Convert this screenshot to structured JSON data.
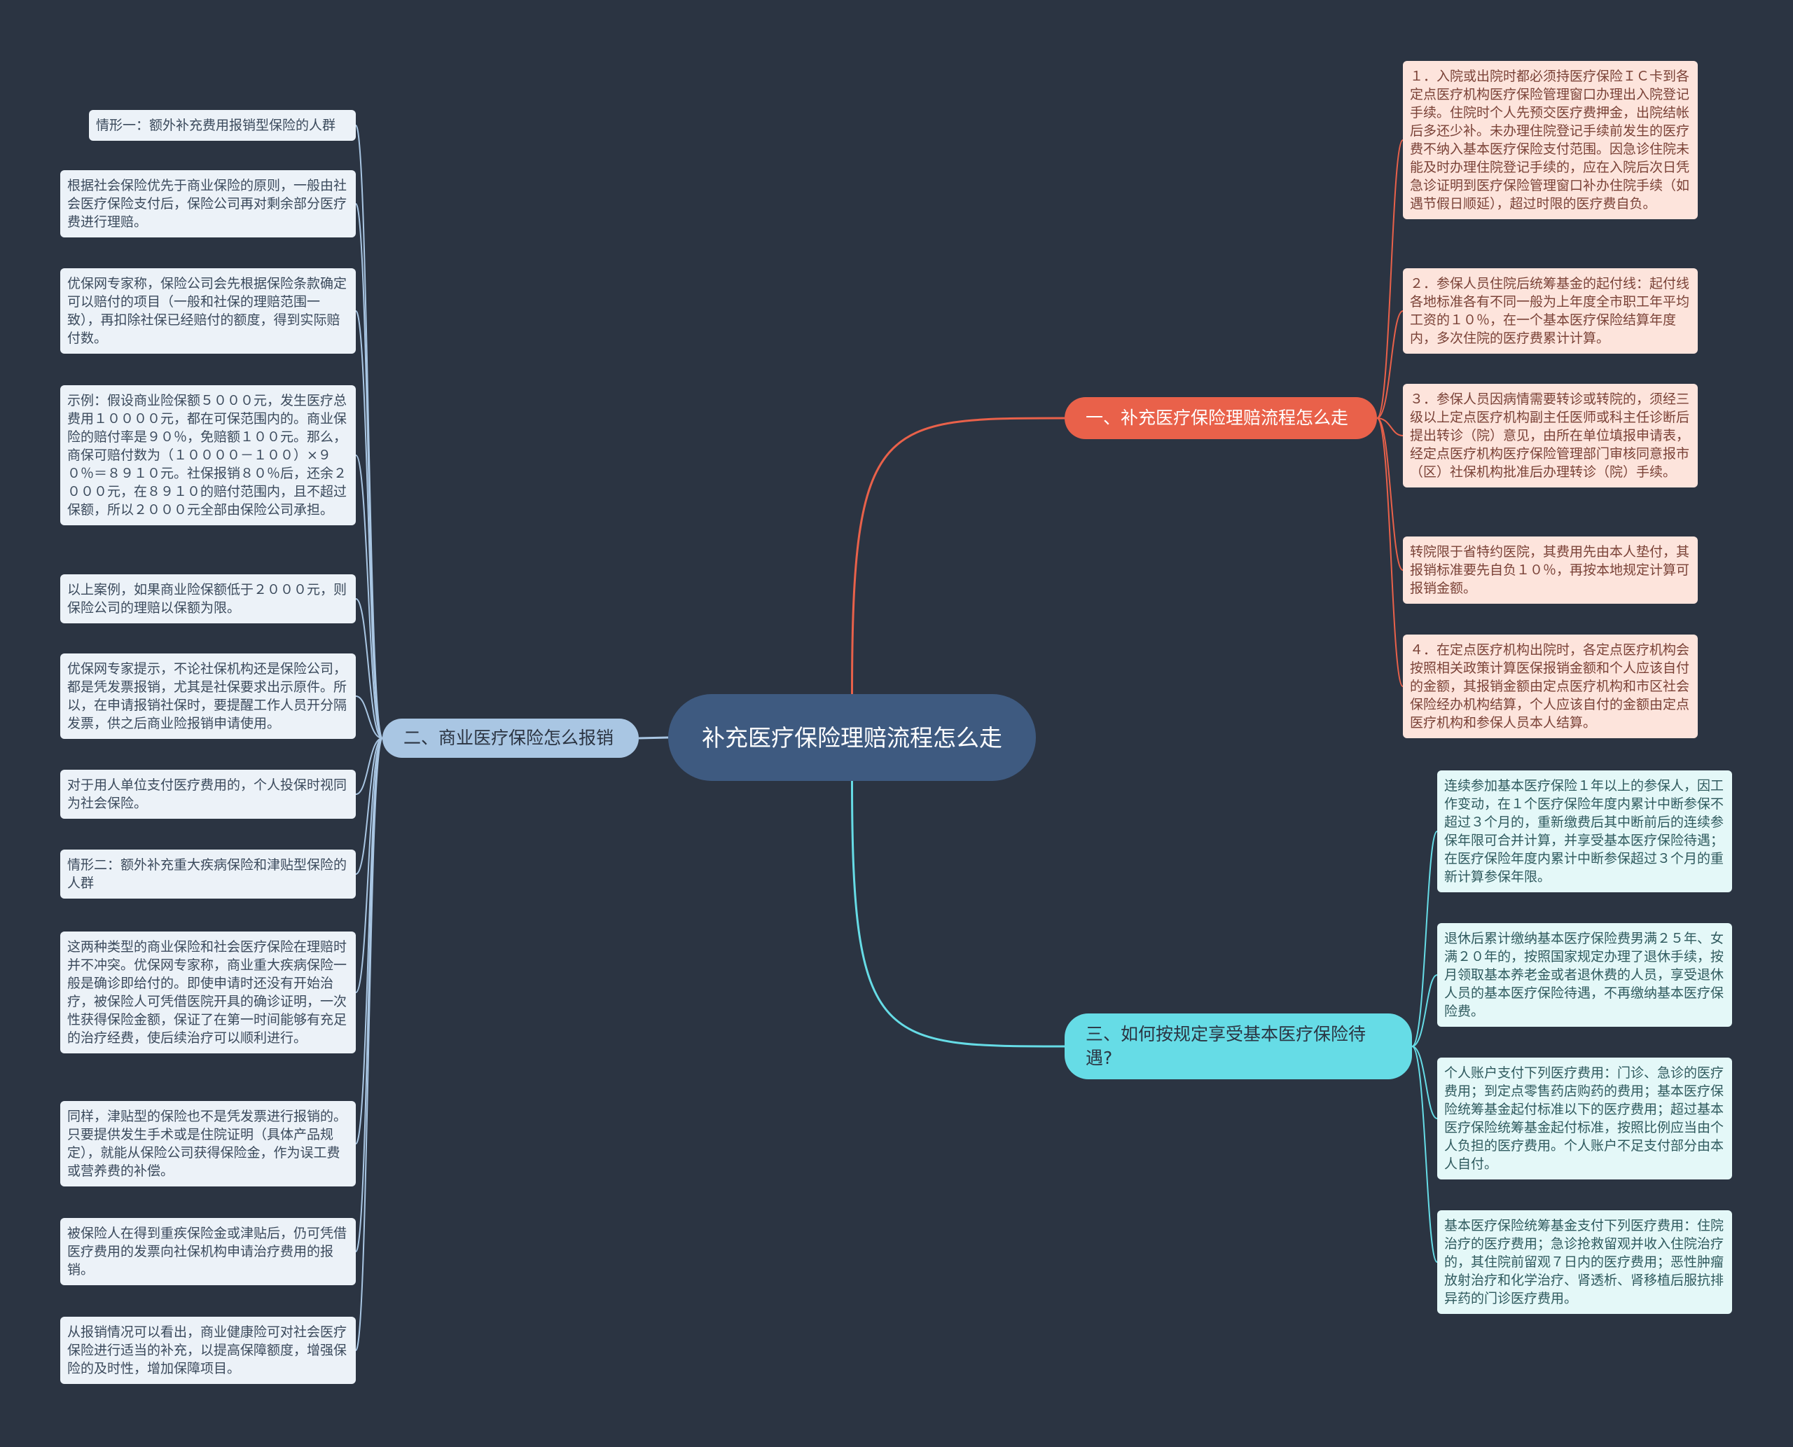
{
  "root": {
    "label": "补充医疗保险理赔流程怎么走"
  },
  "branches": {
    "b1": {
      "label": "一、补充医疗保险理赔流程怎么走",
      "color": "#e9614a"
    },
    "b2": {
      "label": "二、商业医疗保险怎么报销",
      "color": "#a9c6e3"
    },
    "b3": {
      "label": "三、如何按规定享受基本医疗保险待遇?",
      "color": "#66dce6"
    }
  },
  "b1_leaves": [
    "１．入院或出院时都必须持医疗保险ＩＣ卡到各定点医疗机构医疗保险管理窗口办理出入院登记手续。住院时个人先预交医疗费押金，出院结帐后多还少补。未办理住院登记手续前发生的医疗费不纳入基本医疗保险支付范围。因急诊住院未能及时办理住院登记手续的，应在入院后次日凭急诊证明到医疗保险管理窗口补办住院手续（如遇节假日顺延），超过时限的医疗费自负。",
    "２．参保人员住院后统筹基金的起付线：起付线各地标准各有不同一般为上年度全市职工年平均工资的１０％，在一个基本医疗保险结算年度内，多次住院的医疗费累计计算。",
    "３．参保人员因病情需要转诊或转院的，须经三级以上定点医疗机构副主任医师或科主任诊断后提出转诊（院）意见，由所在单位填报申请表，经定点医疗机构医疗保险管理部门审核同意报市（区）社保机构批准后办理转诊（院）手续。",
    "转院限于省特约医院，其费用先由本人垫付，其报销标准要先自负１０％，再按本地规定计算可报销金额。",
    "４．在定点医疗机构出院时，各定点医疗机构会按照相关政策计算医保报销金额和个人应该自付的金额，其报销金额由定点医疗机构和市区社会保险经办机构结算，个人应该自付的金额由定点医疗机构和参保人员本人结算。"
  ],
  "b2_leaves": [
    "情形一：额外补充费用报销型保险的人群",
    "根据社会保险优先于商业保险的原则，一般由社会医疗保险支付后，保险公司再对剩余部分医疗费进行理赔。",
    "优保网专家称，保险公司会先根据保险条款确定可以赔付的项目（一般和社保的理赔范围一致），再扣除社保已经赔付的额度，得到实际赔付数。",
    "示例：假设商业险保额５０００元，发生医疗总费用１００００元，都在可保范围内的。商业保险的赔付率是９０％，免赔额１００元。那么，商保可赔付数为（１００００－１００）×９０％＝８９１０元。社保报销８０％后，还余２０００元，在８９１０的赔付范围内，且不超过保额，所以２０００元全部由保险公司承担。",
    "以上案例，如果商业险保额低于２０００元，则保险公司的理赔以保额为限。",
    "优保网专家提示，不论社保机构还是保险公司，都是凭发票报销，尤其是社保要求出示原件。所以，在申请报销社保时，要提醒工作人员开分隔发票，供之后商业险报销申请使用。",
    "对于用人单位支付医疗费用的，个人投保时视同为社会保险。",
    "情形二：额外补充重大疾病保险和津贴型保险的人群",
    "这两种类型的商业保险和社会医疗保险在理赔时并不冲突。优保网专家称，商业重大疾病保险一般是确诊即给付的。即使申请时还没有开始治疗，被保险人可凭借医院开具的确诊证明，一次性获得保险金额，保证了在第一时间能够有充足的治疗经费，使后续治疗可以顺利进行。",
    "同样，津贴型的保险也不是凭发票进行报销的。只要提供发生手术或是住院证明（具体产品规定），就能从保险公司获得保险金，作为误工费或营养费的补偿。",
    "被保险人在得到重疾保险金或津贴后，仍可凭借医疗费用的发票向社保机构申请治疗费用的报销。",
    "从报销情况可以看出，商业健康险可对社会医疗保险进行适当的补充，以提高保障额度，增强保险的及时性，增加保障项目。"
  ],
  "b3_leaves": [
    "连续参加基本医疗保险１年以上的参保人，因工作变动，在１个医疗保险年度内累计中断参保不超过３个月的，重新缴费后其中断前后的连续参保年限可合并计算，并享受基本医疗保险待遇；在医疗保险年度内累计中断参保超过３个月的重新计算参保年限。",
    "退休后累计缴纳基本医疗保险费男满２５年、女满２０年的，按照国家规定办理了退休手续，按月领取基本养老金或者退休费的人员，享受退休人员的基本医疗保险待遇，不再缴纳基本医疗保险费。",
    "个人账户支付下列医疗费用：门诊、急诊的医疗费用；到定点零售药店购药的费用；基本医疗保险统筹基金起付标准以下的医疗费用；超过基本医疗保险统筹基金起付标准，按照比例应当由个人负担的医疗费用。个人账户不足支付部分由本人自付。",
    "基本医疗保险统筹基金支付下列医疗费用：住院治疗的医疗费用；急诊抢救留观并收入住院治疗的，其住院前留观７日内的医疗费用；恶性肿瘤放射治疗和化学治疗、肾透析、肾移植后服抗排异药的门诊医疗费用。"
  ],
  "colors": {
    "background": "#2b3442",
    "root": "#3e5a80",
    "edge_red": "#e9614a",
    "edge_blue": "#a9c6e3",
    "edge_cyan": "#66dce6"
  }
}
